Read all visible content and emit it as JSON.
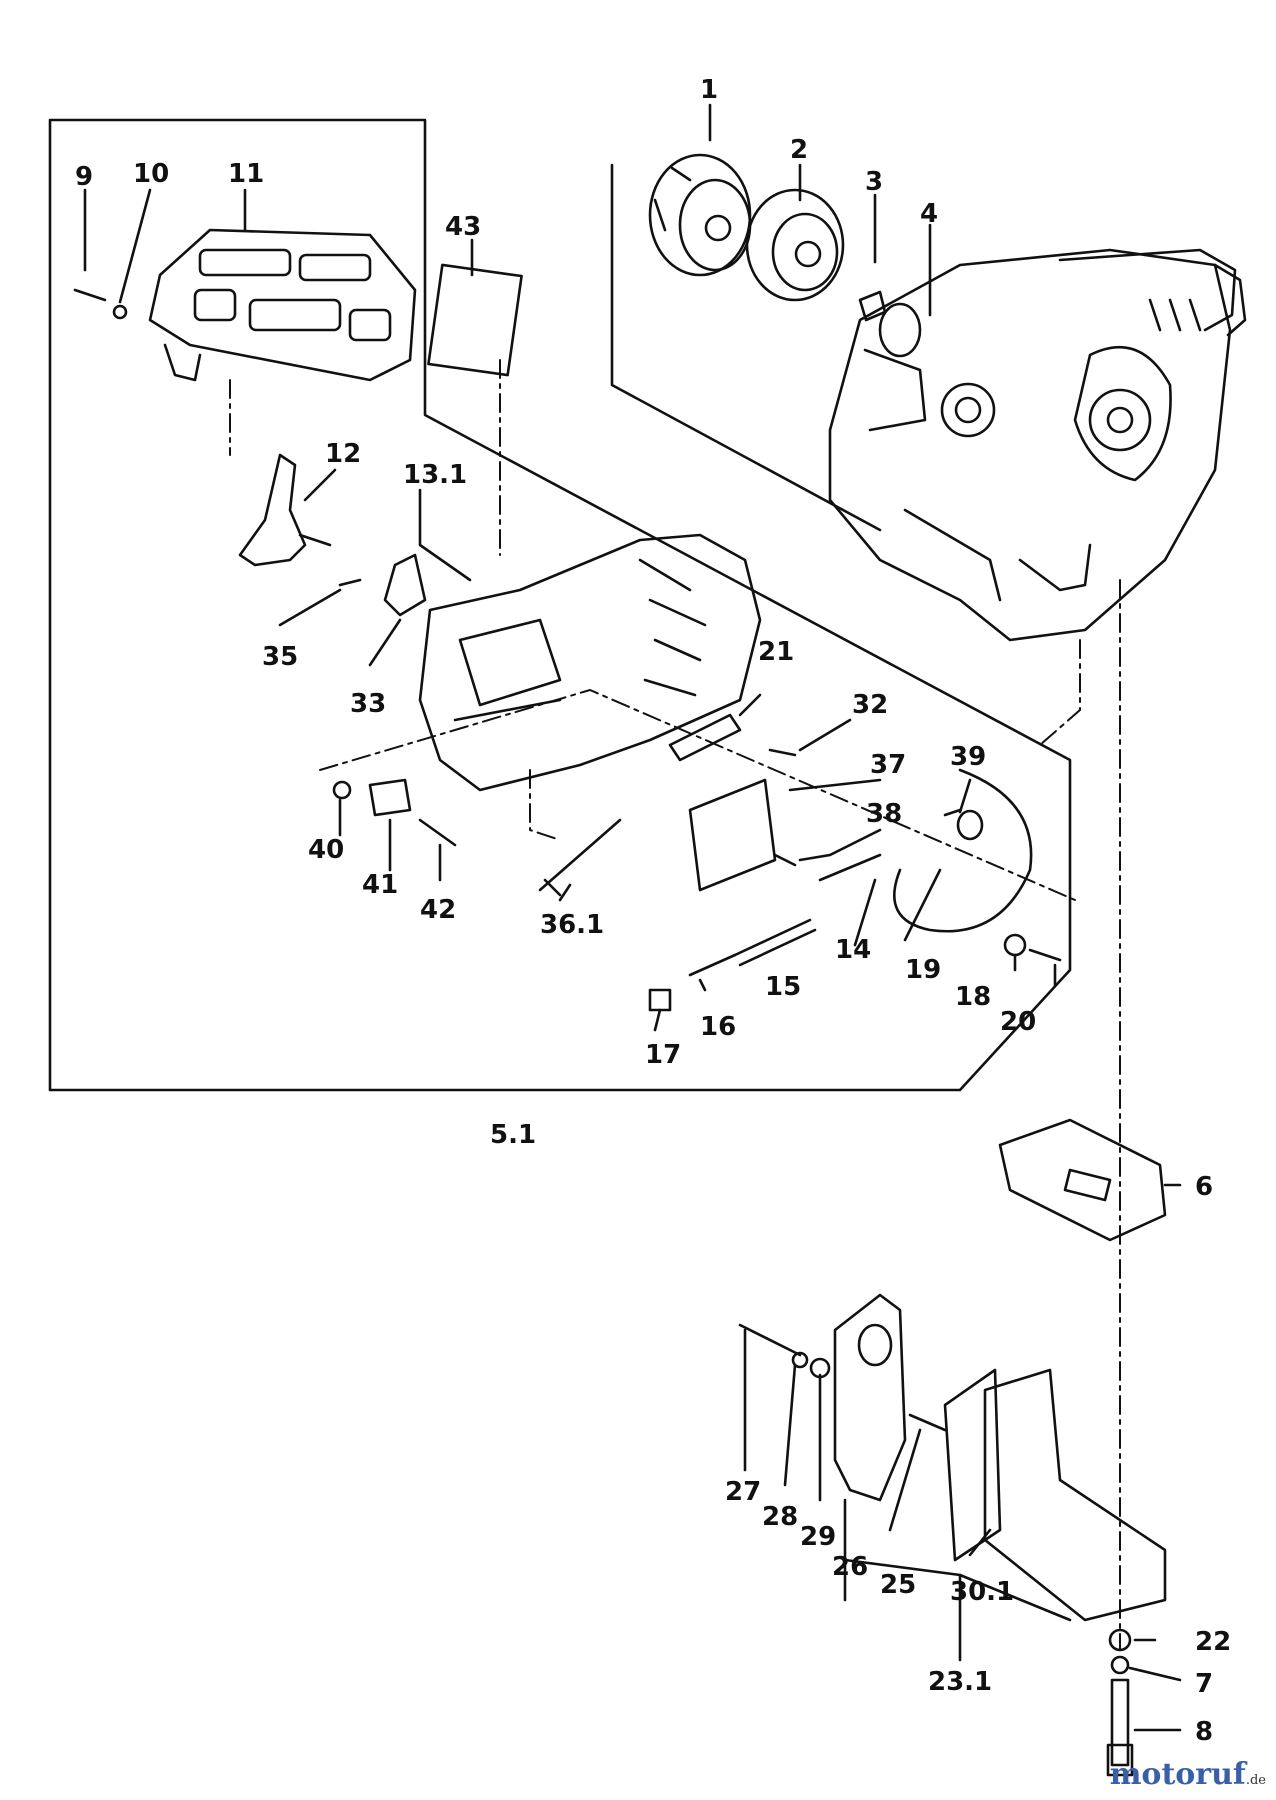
{
  "callouts": {
    "p1": "1",
    "p2": "2",
    "p3": "3",
    "p4": "4",
    "p5_1": "5.1",
    "p6": "6",
    "p7": "7",
    "p8": "8",
    "p9": "9",
    "p10": "10",
    "p11": "11",
    "p12": "12",
    "p13_1": "13.1",
    "p14": "14",
    "p15": "15",
    "p16": "16",
    "p17": "17",
    "p18": "18",
    "p19": "19",
    "p20": "20",
    "p21": "21",
    "p22": "22",
    "p23_1": "23.1",
    "p25": "25",
    "p26": "26",
    "p27": "27",
    "p28": "28",
    "p29": "29",
    "p30_1": "30.1",
    "p32": "32",
    "p33": "33",
    "p35": "35",
    "p36_1": "36.1",
    "p37": "37",
    "p38": "38",
    "p39": "39",
    "p40": "40",
    "p41": "41",
    "p42": "42",
    "p43": "43"
  },
  "watermark": {
    "name": "motoruf",
    "tld": ".de"
  }
}
